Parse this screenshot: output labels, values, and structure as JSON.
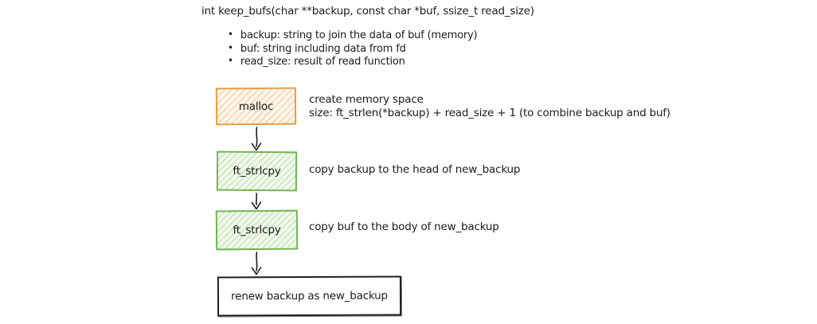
{
  "title": "int keep_bufs(char **backup, const char *buf, ssize_t read_size)",
  "bullets": [
    "backup: string to join the data of buf (memory)",
    "buf: string including data from fd",
    "read_size: result of read function"
  ],
  "bullet_glyph": "•",
  "nodes": [
    {
      "id": "malloc",
      "label": "malloc",
      "stroke": "#dfa04a",
      "fill_style": "orange-hachure",
      "annotation_lines": [
        "create memory space",
        "size: ft_strlen(*backup) + read_size + 1 (to combine backup and buf)"
      ]
    },
    {
      "id": "ft_strlcpy_1",
      "label": "ft_strlcpy",
      "stroke": "#74b356",
      "fill_style": "green-hachure",
      "annotation_lines": [
        "copy backup to the head of new_backup"
      ]
    },
    {
      "id": "ft_strlcpy_2",
      "label": "ft_strlcpy",
      "stroke": "#74b356",
      "fill_style": "green-hachure",
      "annotation_lines": [
        "copy buf to the body of new_backup"
      ]
    },
    {
      "id": "renew_backup",
      "label": "renew backup as new_backup",
      "stroke": "#1e1e1e",
      "fill_style": "solid-white",
      "annotation_lines": []
    }
  ],
  "colors": {
    "canvas_bg": "#ffffff",
    "text": "#1b1b1b",
    "orange_stroke": "#dfa04a",
    "orange_fill_line": "#f3d7ad",
    "green_stroke": "#74b356",
    "green_fill_line": "#cde7c1",
    "black_stroke": "#1e1e1e"
  }
}
